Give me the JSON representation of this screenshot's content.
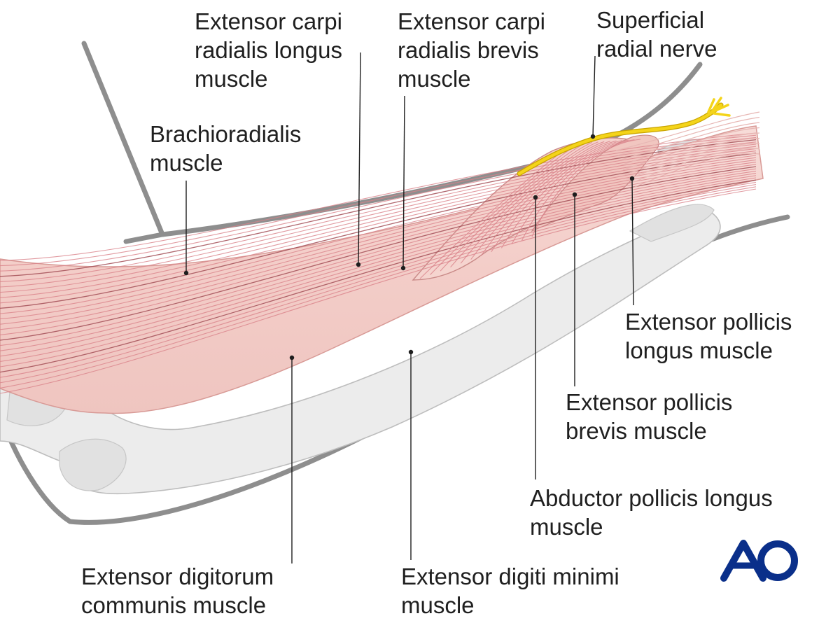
{
  "labels": {
    "ecrl": [
      "Extensor carpi",
      "radialis longus",
      "muscle"
    ],
    "ecrb": [
      "Extensor carpi",
      "radialis brevis",
      "muscle"
    ],
    "nerve": [
      "Superficial",
      "radial nerve"
    ],
    "brachioradialis": [
      "Brachioradialis",
      "muscle"
    ],
    "epl": [
      "Extensor pollicis",
      "longus muscle"
    ],
    "epb": [
      "Extensor pollicis",
      "brevis muscle"
    ],
    "apl": [
      "Abductor pollicis longus",
      "muscle"
    ],
    "edc": [
      "Extensor digitorum",
      "communis muscle"
    ],
    "edm": [
      "Extensor digiti minimi",
      "muscle"
    ]
  },
  "logo": {
    "text": "AO",
    "color": "#0a2f8a"
  },
  "colors": {
    "muscle": "#f4d3cf",
    "nerve": "#f3d21a",
    "bone": "#ececec",
    "outline": "#8e8e8e"
  }
}
